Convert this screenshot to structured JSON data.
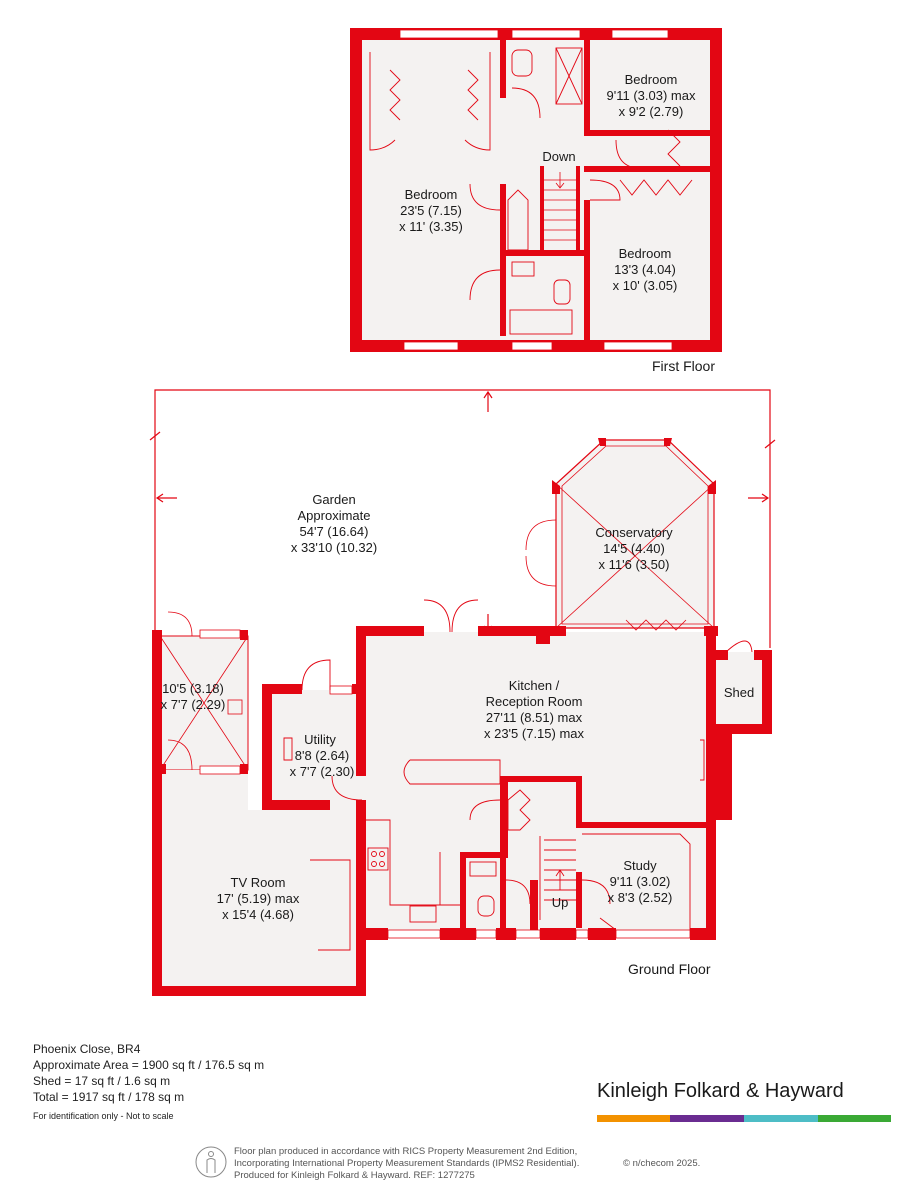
{
  "floors": {
    "first_floor_label": "First Floor",
    "ground_floor_label": "Ground Floor"
  },
  "rooms": {
    "bedroom1": {
      "name": "Bedroom",
      "dims1": "23'5 (7.15)",
      "dims2": "x 11' (3.35)"
    },
    "bedroom2": {
      "name": "Bedroom",
      "dims1": "9'11 (3.03) max",
      "dims2": "x 9'2 (2.79)"
    },
    "bedroom3": {
      "name": "Bedroom",
      "dims1": "13'3 (4.04)",
      "dims2": "x 10' (3.05)"
    },
    "down": "Down",
    "garden": {
      "name": "Garden",
      "line2": "Approximate",
      "dims1": "54'7 (16.64)",
      "dims2": "x 33'10 (10.32)"
    },
    "conservatory": {
      "name": "Conservatory",
      "dims1": "14'5 (4.40)",
      "dims2": "x 11'6 (3.50)"
    },
    "porch": {
      "dims1": "10'5 (3.18)",
      "dims2": "x 7'7 (2.29)"
    },
    "utility": {
      "name": "Utility",
      "dims1": "8'8 (2.64)",
      "dims2": "x 7'7 (2.30)"
    },
    "kitchen": {
      "name": "Kitchen /",
      "line2": "Reception Room",
      "dims1": "27'11 (8.51) max",
      "dims2": "x 23'5 (7.15) max"
    },
    "shed": "Shed",
    "tvroom": {
      "name": "TV Room",
      "dims1": "17' (5.19) max",
      "dims2": "x 15'4 (4.68)"
    },
    "study": {
      "name": "Study",
      "dims1": "9'11 (3.02)",
      "dims2": "x 8'3 (2.52)"
    },
    "up": "Up"
  },
  "info": {
    "address": "Phoenix Close, BR4",
    "area": "Approximate Area = 1900 sq ft / 176.5 sq m",
    "shed": "Shed = 17 sq ft / 1.6 sq m",
    "total": "Total = 1917 sq ft / 178 sq m",
    "disclaimer": "For identification only - Not to scale"
  },
  "brand": {
    "name": "Kinleigh Folkard & Hayward",
    "stripe_colors": [
      "#f39200",
      "#6a2c91",
      "#4dbdc6",
      "#3aa935"
    ]
  },
  "footer": {
    "line1": "Floor plan produced in accordance with RICS Property Measurement 2nd Edition,",
    "line2": "Incorporating International Property Measurement Standards (IPMS2 Residential).",
    "line3": "Produced for Kinleigh Folkard & Hayward.   REF: 1277275",
    "credit": "© n/checom 2025."
  },
  "colors": {
    "wall": "#e30613",
    "floor": "#f4f2f1",
    "line": "#e30613"
  }
}
